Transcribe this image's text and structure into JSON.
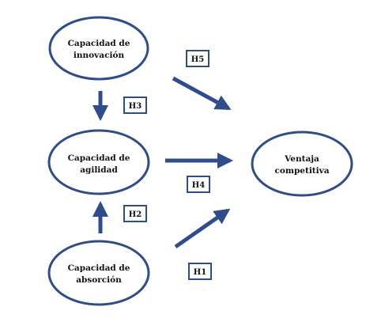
{
  "diagram": {
    "colors": {
      "ellipse_stroke": "#2e4d8f",
      "arrow": "#2e4d8f",
      "box_stroke": "#2e4d8f",
      "text": "#111111"
    },
    "nodes": {
      "innovacion": {
        "line1": "Capacidad de",
        "line2": "innovación"
      },
      "agilidad": {
        "line1": "Capacidad de",
        "line2": "agilidad"
      },
      "absorcion": {
        "line1": "Capacidad de",
        "line2": "absorción"
      },
      "ventaja": {
        "line1": "Ventaja",
        "line2": "competitiva"
      }
    },
    "hypotheses": {
      "h1": "H1",
      "h2": "H2",
      "h3": "H3",
      "h4": "H4",
      "h5": "H5"
    }
  }
}
